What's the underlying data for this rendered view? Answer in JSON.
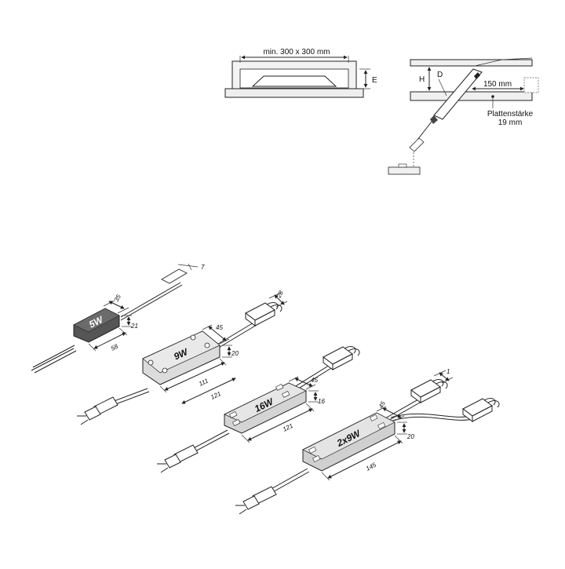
{
  "installation": {
    "recess": {
      "label": "min. 300 x 300 mm",
      "depth_label": "E"
    },
    "mount": {
      "height_label": "H",
      "diameter_label": "D",
      "distance_label": "150 mm",
      "thickness_label": "Plattenstärke",
      "thickness_value": "19 mm"
    }
  },
  "drivers": [
    {
      "power": "5W",
      "width": "58",
      "height": "21",
      "depth": "35",
      "lead": "7"
    },
    {
      "power": "9W",
      "width": "111",
      "total": "121",
      "height": "20",
      "depth": "45",
      "connector": "28"
    },
    {
      "power": "16W",
      "total": "121",
      "height": "16",
      "depth": "45"
    },
    {
      "power": "2x9W",
      "total": "145",
      "height": "20",
      "depth": "45",
      "connector": "1"
    }
  ]
}
